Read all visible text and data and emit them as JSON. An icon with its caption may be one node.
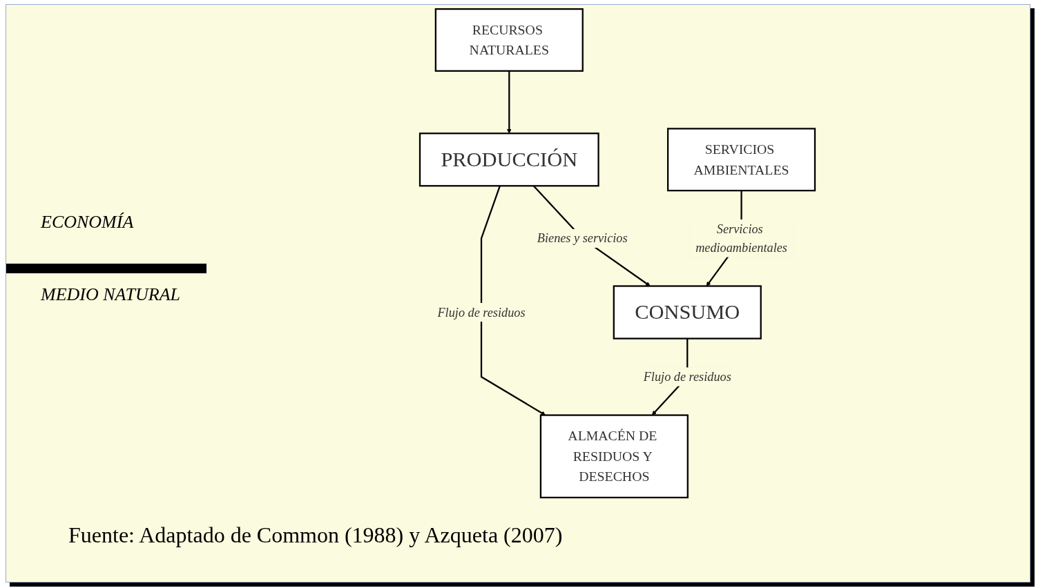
{
  "diagram": {
    "caption": "Fuente: Adaptado de Common (1988) y Azqueta (2007)",
    "nodes": [
      {
        "text": [
          "PRODUCCIÓN"
        ]
      },
      {
        "text": [
          "CONSUMO"
        ]
      },
      {
        "text": [
          "RECURSOS NATURALES"
        ]
      },
      {
        "text": [
          "SERVICIOS AMBIENTALES"
        ]
      },
      {
        "text": [
          "ALMACÉN DE RESIDUOS Y DESECHOS"
        ]
      },
      {
        "text": [],
        "shape": "bar"
      }
    ],
    "edges": [
      {
        "from": 0,
        "to": 1,
        "arrow": "to",
        "label": "Bienes y servicios"
      },
      {
        "from": 2,
        "to": 0,
        "arrow": "to"
      },
      {
        "from": 0,
        "to": 4,
        "arrow": "to",
        "label": "Flujo de residuos"
      },
      {
        "from": 3,
        "to": 1,
        "arrow": "to",
        "label": "Servicios medioambientales"
      },
      {
        "from": 1,
        "to": 4,
        "arrow": "to",
        "label": "Flujo de residuos"
      }
    ],
    "labels": [
      "ECONOMÍA",
      "MEDIO NATURAL"
    ]
  }
}
